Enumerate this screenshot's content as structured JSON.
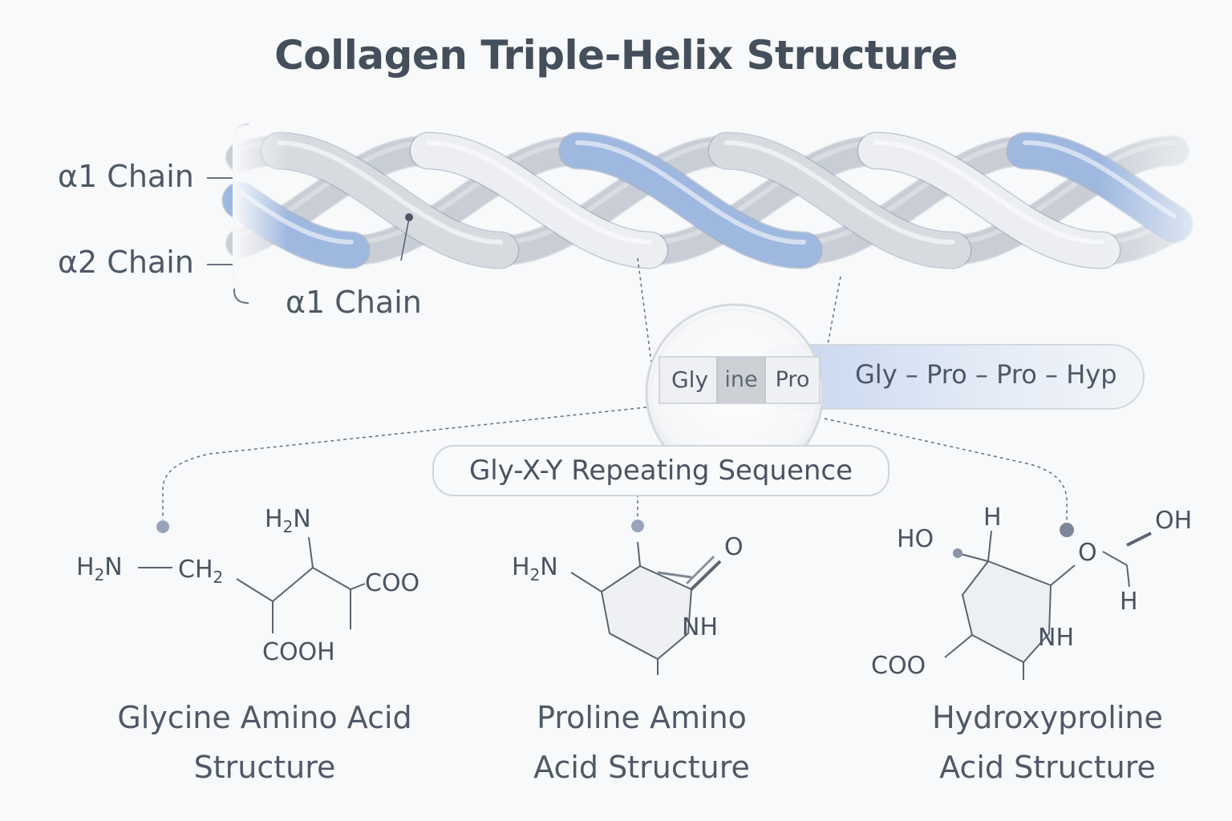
{
  "title": "Collagen Triple-Helix Structure",
  "chain_labels": {
    "alpha1_top": "α1 Chain",
    "alpha2": "α2 Chain",
    "alpha1_bottom": "α1 Chain"
  },
  "lens_cells": [
    "Gly",
    "ine",
    "Pro"
  ],
  "sequence_bar": "Gly – Pro – Pro – Hyp",
  "repeat_label": "Gly-X-Y Repeating Sequence",
  "glycine": {
    "h2n_top": "H2N",
    "h2n_left": "H2N",
    "ch2": "CH2",
    "coo": "COO",
    "cooh": "COOH",
    "caption_line1": "Glycine Amino Acid",
    "caption_line2": "Structure"
  },
  "proline": {
    "h2n": "H2N",
    "o": "O",
    "nh": "NH",
    "caption_line1": "Proline Amino",
    "caption_line2": "Acid Structure"
  },
  "hydroxyproline": {
    "ho": "HO",
    "h_top": "H",
    "o": "O",
    "oh": "OH",
    "h_right": "H",
    "nh": "NH",
    "coo": "COO",
    "caption_line1": "Hydroxyproline",
    "caption_line2": "Acid Structure"
  },
  "colors": {
    "blue_strand": "#a9c0e4",
    "white_strand": "#e9ecef",
    "text": "#4a5362",
    "line": "#5b6472"
  }
}
